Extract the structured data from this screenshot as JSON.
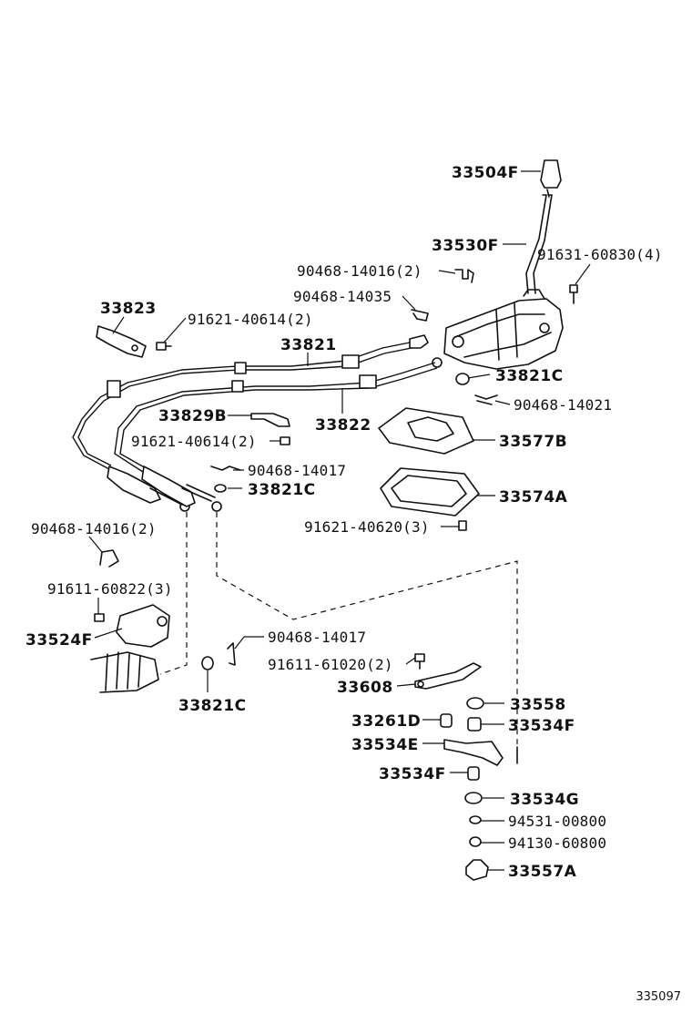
{
  "labels": {
    "p33504F": "33504F",
    "p33530F": "33530F",
    "p91631": "91631-60830(4)",
    "p90468_14016_a": "90468-14016(2)",
    "p90468_14035": "90468-14035",
    "p33823": "33823",
    "p91621_40614_a": "91621-40614(2)",
    "p33821": "33821",
    "p33821C_a": "33821C",
    "p90468_14021": "90468-14021",
    "p33829B": "33829B",
    "p33822": "33822",
    "p33577B": "33577B",
    "p91621_40614_b": "91621-40614(2)",
    "p90468_14017_a": "90468-14017",
    "p33821C_b": "33821C",
    "p33574A": "33574A",
    "p91621_40620": "91621-40620(3)",
    "p90468_14016_b": "90468-14016(2)",
    "p91611_60822": "91611-60822(3)",
    "p33524F": "33524F",
    "p90468_14017_b": "90468-14017",
    "p91611_61020": "91611-61020(2)",
    "p33608": "33608",
    "p33821C_c": "33821C",
    "p33558": "33558",
    "p33261D": "33261D",
    "p33534F_a": "33534F",
    "p33534E": "33534E",
    "p33534F_b": "33534F",
    "p33534G": "33534G",
    "p94531": "94531-00800",
    "p94130": "94130-60800",
    "p33557A": "33557A"
  },
  "reference_number": "335097"
}
